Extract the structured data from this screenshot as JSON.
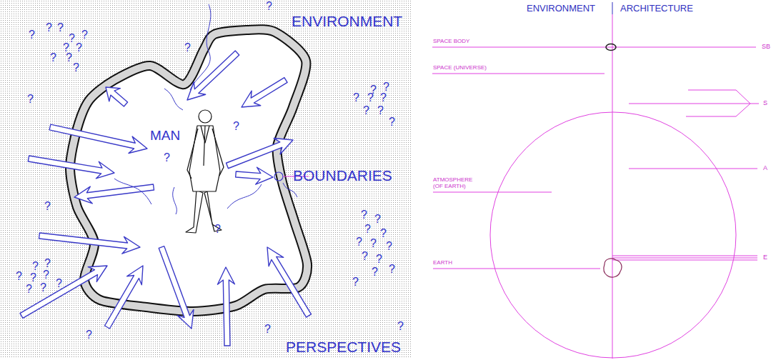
{
  "diagram": {
    "nodes": [
      {
        "text": [
          "MAN"
        ]
      }
    ],
    "labels": [
      "ENVIRONMENT",
      "BOUNDARIES",
      "PERSPECTIVES",
      "?",
      "?",
      "?",
      "?",
      "?",
      "?",
      "?",
      "?",
      "?",
      "?",
      "?",
      "?",
      "?",
      "?",
      "?",
      "?",
      "?",
      "?",
      "?",
      "?",
      "?",
      "?",
      "?",
      "?",
      "?",
      "?",
      "?",
      "?",
      "?",
      "?",
      "?",
      "?",
      "?",
      "?",
      "?",
      "?",
      "?",
      "?",
      "?",
      "?",
      "?",
      "?",
      "?",
      "?",
      "?",
      "?",
      "?",
      "?",
      "ENVIRONMENT",
      "ARCHITECTURE",
      "SPACE BODY",
      "SB",
      "SPACE (UNIVERSE)",
      "S",
      "ATMOSPHERE (OF EARTH)",
      "A",
      "EARTH",
      "E"
    ]
  }
}
